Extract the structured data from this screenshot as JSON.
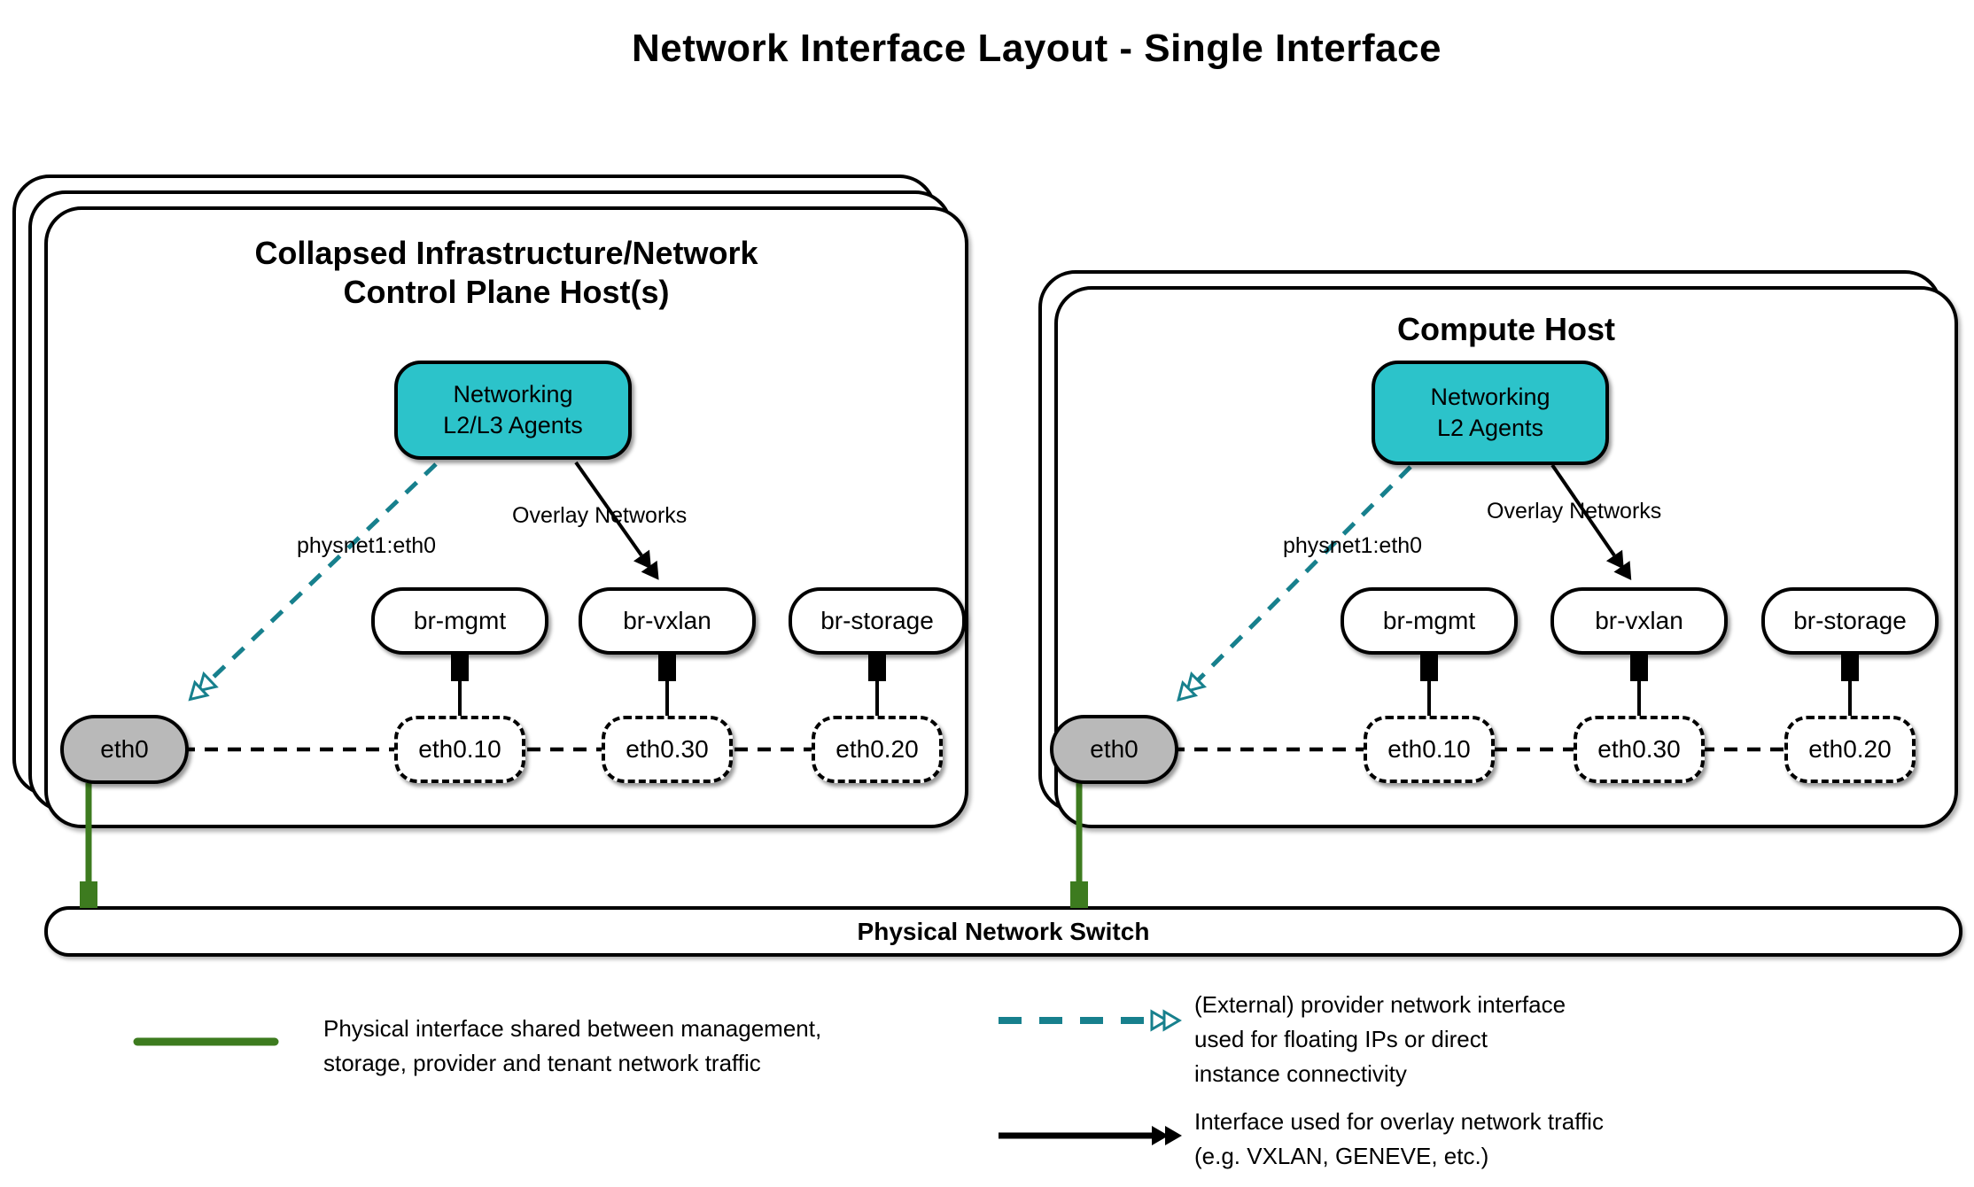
{
  "title": "Network Interface Layout - Single Interface",
  "hosts": [
    {
      "title_lines": [
        "Collapsed Infrastructure/Network",
        "Control Plane Host(s)"
      ],
      "agent": {
        "line1": "Networking",
        "line2": "L2/L3 Agents"
      },
      "provider_edge_label": "physnet1:eth0",
      "overlay_edge_label": "Overlay Networks",
      "bridges": [
        "br-mgmt",
        "br-vxlan",
        "br-storage"
      ],
      "vlan_interfaces": [
        "eth0.10",
        "eth0.30",
        "eth0.20"
      ],
      "physical_interface": "eth0"
    },
    {
      "title_lines": [
        "Compute Host"
      ],
      "agent": {
        "line1": "Networking",
        "line2": "L2 Agents"
      },
      "provider_edge_label": "physnet1:eth0",
      "overlay_edge_label": "Overlay Networks",
      "bridges": [
        "br-mgmt",
        "br-vxlan",
        "br-storage"
      ],
      "vlan_interfaces": [
        "eth0.10",
        "eth0.30",
        "eth0.20"
      ],
      "physical_interface": "eth0"
    }
  ],
  "switch_label": "Physical Network Switch",
  "legend": {
    "physical": {
      "lines": [
        "Physical interface shared between management,",
        "storage, provider and tenant network traffic"
      ]
    },
    "provider": {
      "lines": [
        "(External) provider network interface",
        "used for floating IPs or direct",
        "instance connectivity"
      ]
    },
    "overlay": {
      "lines": [
        "Interface used for overlay network traffic",
        "(e.g. VXLAN, GENEVE, etc.)"
      ]
    }
  },
  "colors": {
    "agent_fill": "#2cc3ca",
    "provider_arrow": "#17808d",
    "physical_link": "#3d7b1f",
    "interface_fill": "#b9b9b9"
  }
}
